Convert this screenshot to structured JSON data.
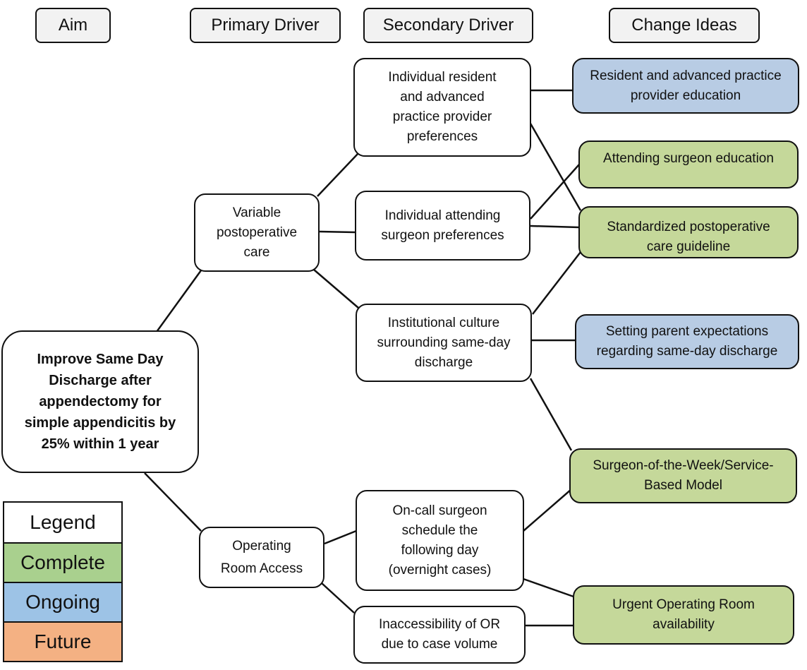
{
  "headers": {
    "aim": "Aim",
    "primary": "Primary Driver",
    "secondary": "Secondary Driver",
    "change": "Change Ideas"
  },
  "aim": "Improve Same Day Discharge after appendectomy for simple appendicitis by 25% within 1 year",
  "primary_drivers": {
    "variable_care": "Variable postoperative care",
    "or_access": "Operating Room Access"
  },
  "secondary_drivers": {
    "resident_prefs": "Individual resident and advanced practice provider preferences",
    "attending_prefs": "Individual attending surgeon preferences",
    "institutional_culture": "Institutional culture surrounding same-day discharge",
    "oncall_schedule": "On-call surgeon schedule the following day (overnight cases)",
    "or_inaccessibility": "Inaccessibility of OR due to case volume"
  },
  "change_ideas": {
    "resident_education": "Resident and advanced practice provider education",
    "attending_education": "Attending surgeon education",
    "guideline": "Standardized postoperative care guideline",
    "parent_expectations": "Setting parent expectations regarding same-day discharge",
    "surgeon_of_week": "Surgeon-of-the-Week/Service-Based Model",
    "urgent_or": "Urgent Operating Room availability"
  },
  "status_colors": {
    "complete": "#c5d89a",
    "ongoing": "#b8cce4",
    "future": "#f4b183"
  },
  "legend": {
    "title": "Legend",
    "complete": "Complete",
    "ongoing": "Ongoing",
    "future": "Future"
  }
}
